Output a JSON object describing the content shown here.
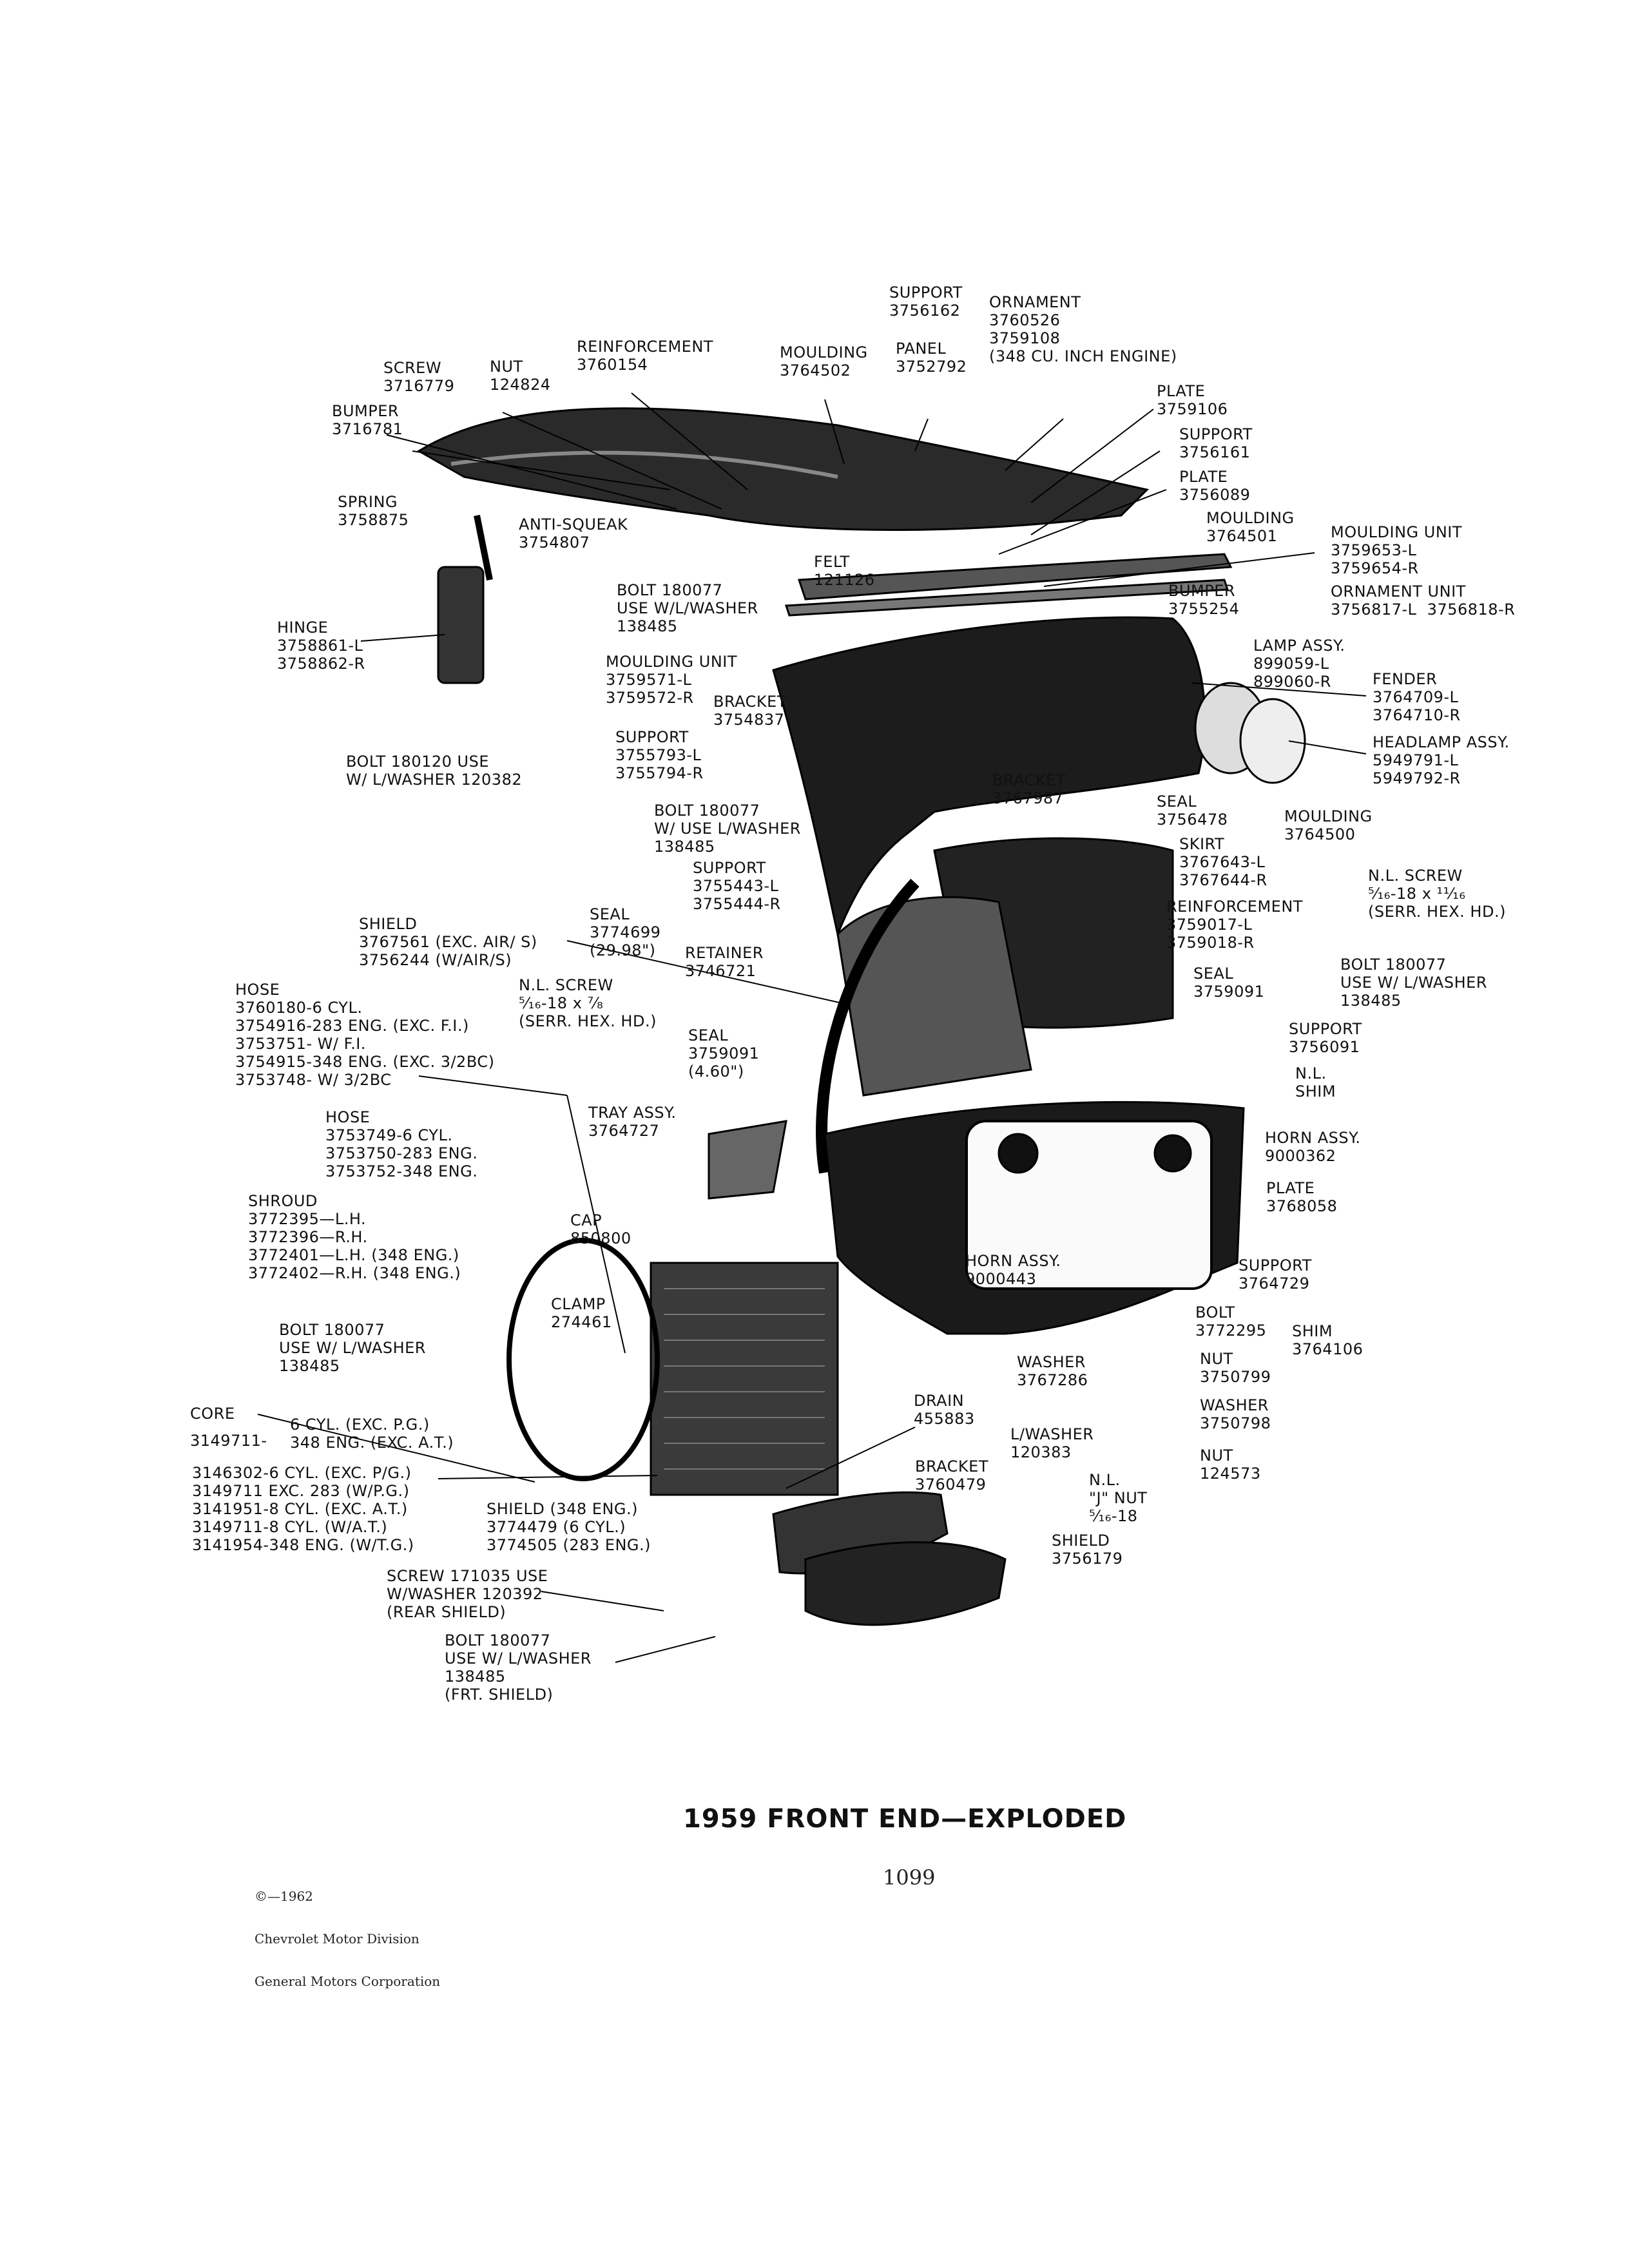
{
  "title": "1959 FRONT END—EXPLODED",
  "page_number": "1099",
  "copyright": [
    "©—1962",
    "Chevrolet Motor Division",
    "General Motors Corporation"
  ],
  "colors": {
    "ink": "#111111",
    "paper": "#ffffff"
  },
  "labels": {
    "support_3756162": "SUPPORT\n3756162",
    "ornament_3760526": "ORNAMENT\n3760526\n3759108\n(348 CU. INCH ENGINE)",
    "panel_3752792": "PANEL\n3752792",
    "moulding_3764502": "MOULDING\n3764502",
    "reinforcement_3760154": "REINFORCEMENT\n3760154",
    "nut_124824": "NUT\n124824",
    "screw_3716779": "SCREW\n3716779",
    "bumper_3716781": "BUMPER\n3716781",
    "plate_3759106": "PLATE\n3759106",
    "support_3756161": "SUPPORT\n3756161",
    "plate_3756089": "PLATE\n3756089",
    "moulding_3764501": "MOULDING\n3764501",
    "moulding_unit_3759653": "MOULDING UNIT\n3759653-L\n3759654-R",
    "ornament_unit_3756817": "ORNAMENT UNIT\n3756817-L  3756818-R",
    "spring_3758875": "SPRING\n3758875",
    "anti_squeak_3754807": "ANTI-SQUEAK\n3754807",
    "felt_121126": "FELT\n121126",
    "bolt_180077_top": "BOLT 180077\nUSE W/L/WASHER\n138485",
    "bumper_3755254": "BUMPER\n3755254",
    "lamp_assy": "LAMP ASSY.\n899059-L\n899060-R",
    "hinge_3758861": "HINGE\n3758861-L\n3758862-R",
    "moulding_unit_3759571": "MOULDING UNIT\n3759571-L\n3759572-R",
    "bracket_3754837": "BRACKET\n3754837",
    "fender_3764709": "FENDER\n3764709-L\n3764710-R",
    "support_3755793": "SUPPORT\n3755793-L\n3755794-R",
    "headlamp_assy": "HEADLAMP ASSY.\n5949791-L\n5949792-R",
    "bolt_180120": "BOLT 180120 USE\nW/ L/WASHER 120382",
    "bracket_3767987": "BRACKET\n3767987",
    "bolt_180077_mid": "BOLT 180077\nW/ USE L/WASHER\n138485",
    "seal_3756478": "SEAL\n3756478",
    "moulding_3764500": "MOULDING\n3764500",
    "skirt_3767643": "SKIRT\n3767643-L\n3767644-R",
    "support_3755443": "SUPPORT\n3755443-L\n3755444-R",
    "nl_screw_right": "N.L. SCREW\n⁵⁄₁₆-18 x ¹¹⁄₁₆\n(SERR. HEX. HD.)",
    "reinforcement_3759017": "REINFORCEMENT\n3759017-L\n3759018-R",
    "shield_3767561": "SHIELD\n3767561 (EXC. AIR/ S)\n3756244 (W/AIR/S)",
    "seal_3774699": "SEAL\n3774699\n(29.98\")",
    "retainer_3746721": "RETAINER\n3746721",
    "seal_3759091_r": "SEAL\n3759091",
    "bolt_180077_right": "BOLT 180077\nUSE W/ L/WASHER\n138485",
    "hose_3760180": "HOSE\n3760180-6 CYL.\n3754916-283 ENG. (EXC. F.I.)\n3753751- W/ F.I.\n3754915-348 ENG. (EXC. 3/2BC)\n3753748- W/ 3/2BC",
    "nl_screw_mid": "N.L. SCREW\n⁵⁄₁₆-18 x ⁷⁄₈\n(SERR. HEX. HD.)",
    "support_3756091": "SUPPORT\n3756091",
    "seal_3759091_l": "SEAL\n3759091\n(4.60\")",
    "nl_shim": "N.L.\nSHIM",
    "tray_assy": "TRAY ASSY.\n3764727",
    "hose_3753749": "HOSE\n3753749-6 CYL.\n3753750-283 ENG.\n3753752-348 ENG.",
    "horn_9000362": "HORN ASSY.\n9000362",
    "plate_3768058": "PLATE\n3768058",
    "shroud": "SHROUD\n3772395—L.H.\n3772396—R.H.\n3772401—L.H. (348 ENG.)\n3772402—R.H. (348 ENG.)",
    "cap_850800": "CAP\n850800",
    "horn_9000443": "HORN ASSY.\n9000443",
    "support_3764729": "SUPPORT\n3764729",
    "clamp_274461": "CLAMP\n274461",
    "bolt_3772295": "BOLT\n3772295",
    "shim_3764106": "SHIM\n3764106",
    "bolt_180077_left": "BOLT 180077\nUSE W/ L/WASHER\n138485",
    "washer_3767286": "WASHER\n3767286",
    "nut_3750799": "NUT\n3750799",
    "washer_3750798": "WASHER\n3750798",
    "core_header": "CORE",
    "core_3149711": "3149711-",
    "core_brace": "6 CYL. (EXC. P.G.)\n348 ENG. (EXC. A.T.)",
    "core_list": "3146302-6 CYL. (EXC. P/G.)\n3149711 EXC. 283 (W/P.G.)\n3141951-8 CYL. (EXC. A.T.)\n3149711-8 CYL. (W/A.T.)\n3141954-348 ENG. (W/T.G.)",
    "drain_455883": "DRAIN\n455883",
    "lwasher_120383": "L/WASHER\n120383",
    "nut_124573": "NUT\n124573",
    "bracket_3760479": "BRACKET\n3760479",
    "nl_j_nut": "N.L.\n\"J\" NUT\n⁵⁄₁₆-18",
    "shield_348": "SHIELD (348 ENG.)\n3774479 (6 CYL.)\n3774505 (283 ENG.)",
    "shield_3756179": "SHIELD\n3756179",
    "screw_171035": "SCREW 171035 USE\nW/WASHER 120392\n(REAR SHIELD)",
    "bolt_180077_bottom": "BOLT 180077\nUSE W/ L/WASHER\n138485\n(FRT. SHIELD)"
  }
}
